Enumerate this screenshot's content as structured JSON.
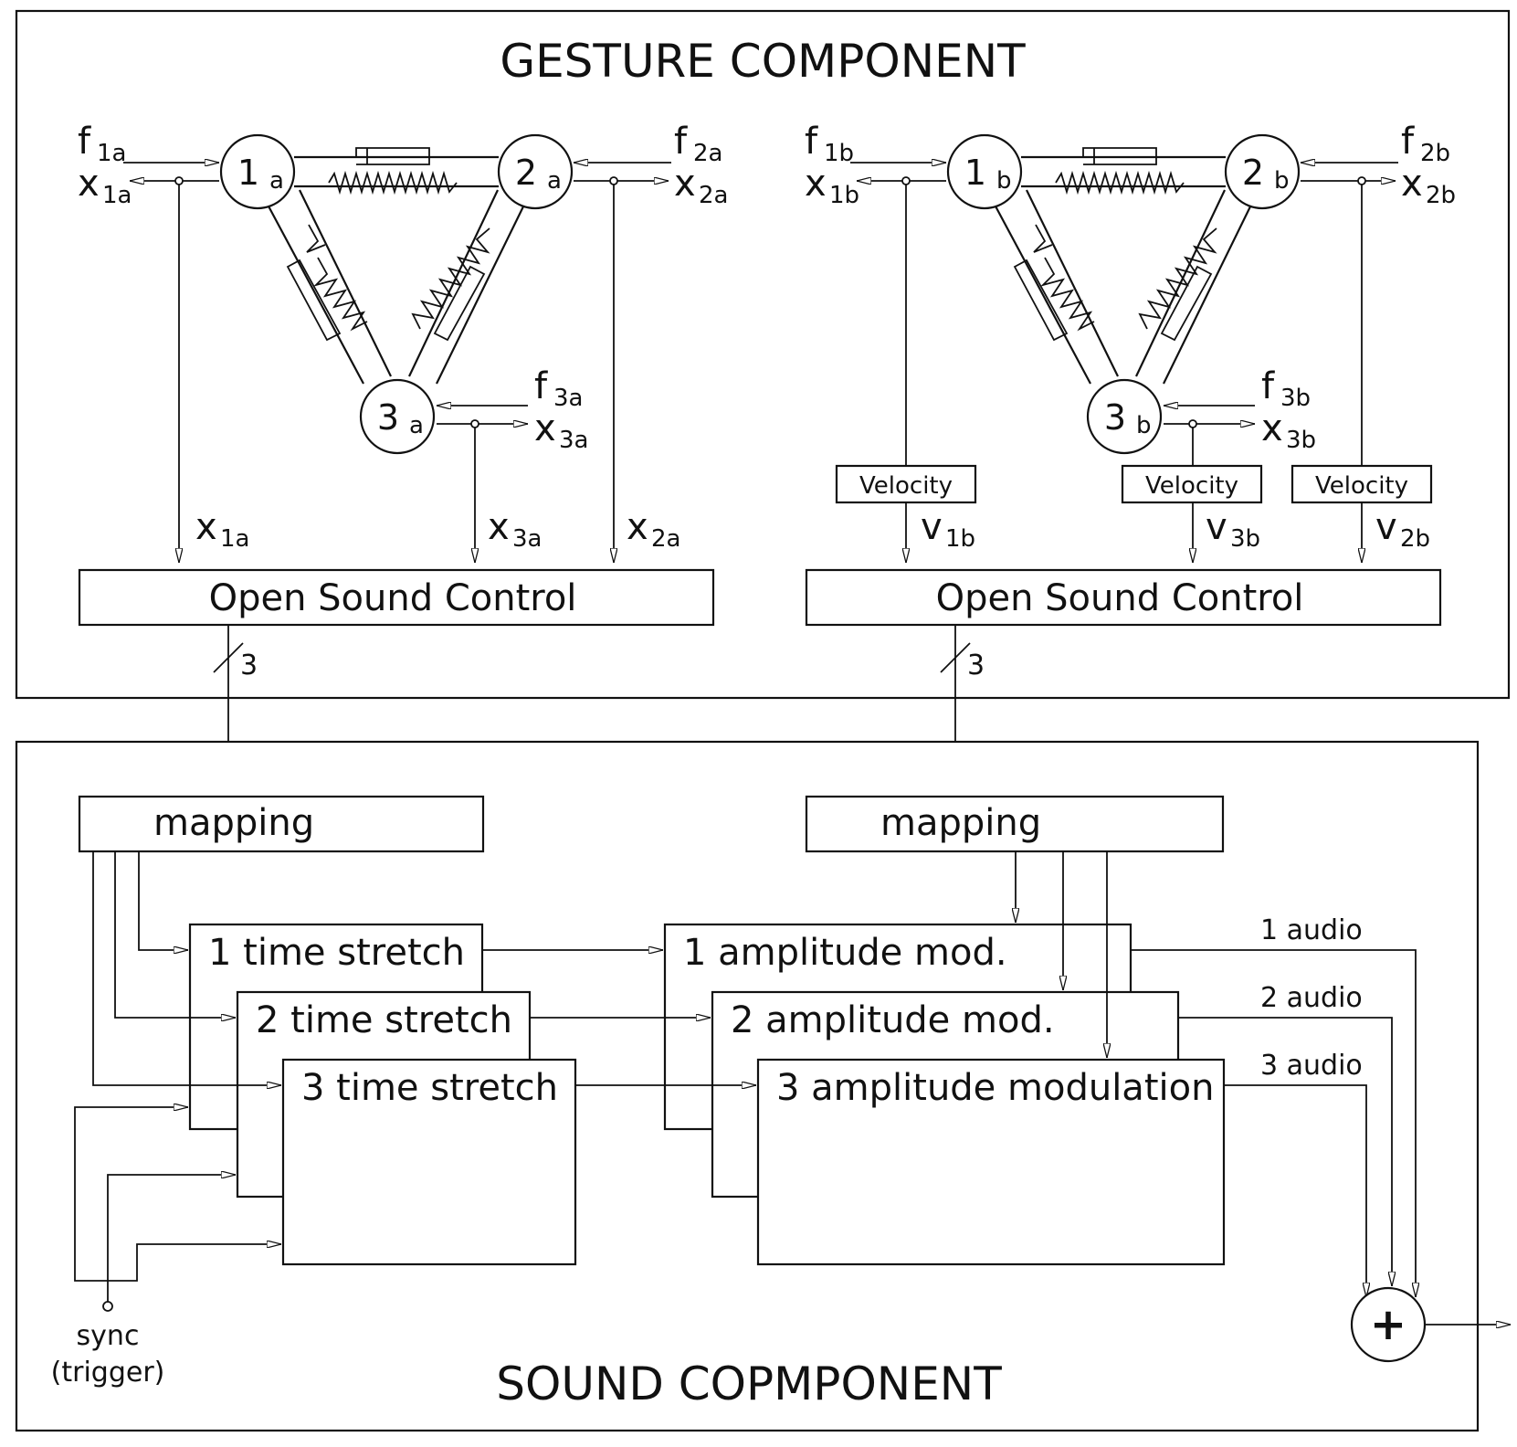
{
  "gesture": {
    "title": "GESTURE COMPONENT",
    "a": {
      "n1": "1",
      "n1s": "a",
      "n2": "2",
      "n2s": "a",
      "n3": "3",
      "n3s": "a",
      "f1": "f",
      "f1s": "1a",
      "x1": "x",
      "x1s": "1a",
      "f2": "f",
      "f2s": "2a",
      "x2": "x",
      "x2s": "2a",
      "f3": "f",
      "f3s": "3a",
      "x3": "x",
      "x3s": "3a",
      "o1": "x",
      "o1s": "1a",
      "o3": "x",
      "o3s": "3a",
      "o2": "x",
      "o2s": "2a",
      "osc": "Open Sound Control",
      "bus": "3"
    },
    "b": {
      "n1": "1",
      "n1s": "b",
      "n2": "2",
      "n2s": "b",
      "n3": "3",
      "n3s": "b",
      "f1": "f",
      "f1s": "1b",
      "x1": "x",
      "x1s": "1b",
      "f2": "f",
      "f2s": "2b",
      "x2": "x",
      "x2s": "2b",
      "f3": "f",
      "f3s": "3b",
      "x3": "x",
      "x3s": "3b",
      "vel1": "Velocity",
      "vel3": "Velocity",
      "vel2": "Velocity",
      "o1": "v",
      "o1s": "1b",
      "o3": "v",
      "o3s": "3b",
      "o2": "v",
      "o2s": "2b",
      "osc": "Open Sound Control",
      "bus": "3"
    }
  },
  "sound": {
    "title": "SOUND COPMPONENT",
    "mapping_left": "mapping",
    "mapping_right": "mapping",
    "ts1": "1 time stretch",
    "ts2": "2 time stretch",
    "ts3": "3 time stretch",
    "am1": "1 amplitude mod.",
    "am2": "2 amplitude mod.",
    "am3": "3 amplitude modulation",
    "audio1": "1 audio",
    "audio2": "2 audio",
    "audio3": "3 audio",
    "sum": "+",
    "sync1": "sync",
    "sync2": "(trigger)"
  }
}
